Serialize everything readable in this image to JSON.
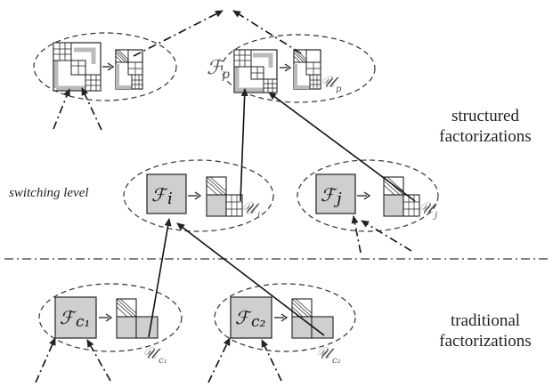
{
  "labels": {
    "structured_line1": "structured",
    "structured_line2": "factorizations",
    "traditional_line1": "traditional",
    "traditional_line2": "factorizations",
    "switching_level": "switching level"
  },
  "nodes": {
    "root_left": {
      "front_symbol": "",
      "update_symbol": ""
    },
    "p": {
      "front_symbol": "ℱ",
      "front_sub": "p",
      "update_symbol": "𝒰",
      "update_sub": "p"
    },
    "i": {
      "front_symbol": "ℱ",
      "front_sub": "i",
      "update_symbol": "𝒰",
      "update_sub": "i"
    },
    "j": {
      "front_symbol": "ℱ",
      "front_sub": "j",
      "update_symbol": "𝒰",
      "update_sub": "j"
    },
    "c1": {
      "front_symbol": "ℱ",
      "front_sub": "c₁",
      "update_symbol": "𝒰",
      "update_sub": "c₁"
    },
    "c2": {
      "front_symbol": "ℱ",
      "front_sub": "c₂",
      "update_symbol": "𝒰",
      "update_sub": "c₂"
    }
  },
  "arrow_symbol": "→",
  "colors": {
    "fill": "#cfcfcf",
    "stroke": "#222222",
    "background": "#ffffff"
  }
}
